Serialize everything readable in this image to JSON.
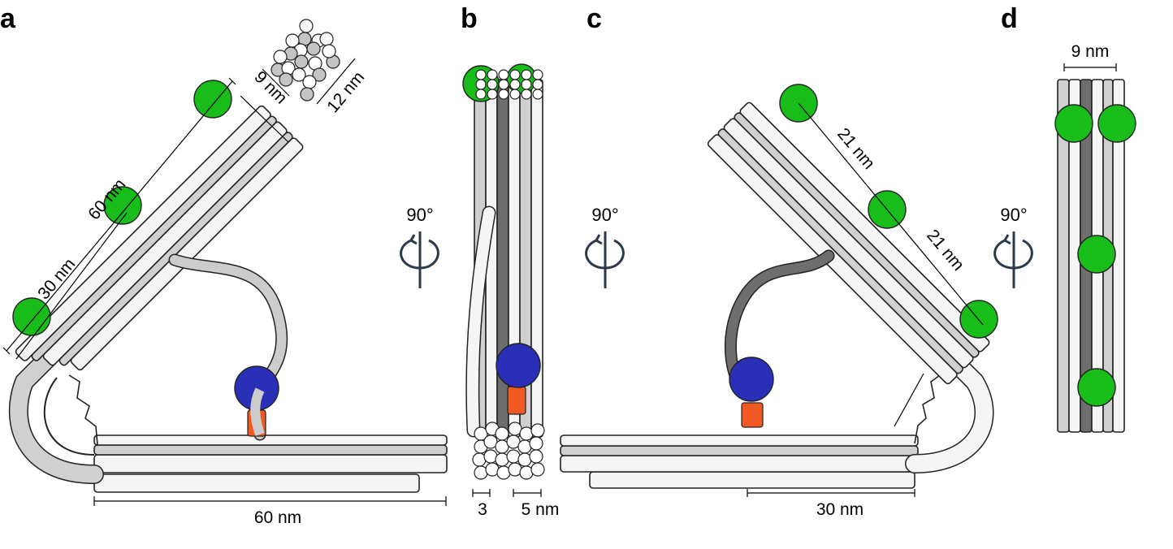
{
  "panels": {
    "a": {
      "letter": "a",
      "dim_9nm": "9 nm",
      "dim_12nm": "12 nm",
      "dim_60nm_arm": "60 nm",
      "dim_30nm_arm": "30 nm",
      "dim_60nm_base": "60 nm"
    },
    "b": {
      "letter": "b",
      "dim_3": "3",
      "dim_5nm": "5 nm"
    },
    "c": {
      "letter": "c",
      "dim_21nm_upper": "21 nm",
      "dim_21nm_lower": "21 nm",
      "dim_30nm_base": "30 nm"
    },
    "d": {
      "letter": "d",
      "dim_9nm": "9 nm"
    }
  },
  "rotations": [
    {
      "label": "90°"
    },
    {
      "label": "90°"
    },
    {
      "label": "90°"
    }
  ],
  "colors": {
    "tracer_green": "#19bd1a",
    "motor_blue": "#2a2fb7",
    "anchor_orange": "#f05a22",
    "helix_light": "#d0d0d0",
    "helix_dark": "#6e6e6e"
  }
}
